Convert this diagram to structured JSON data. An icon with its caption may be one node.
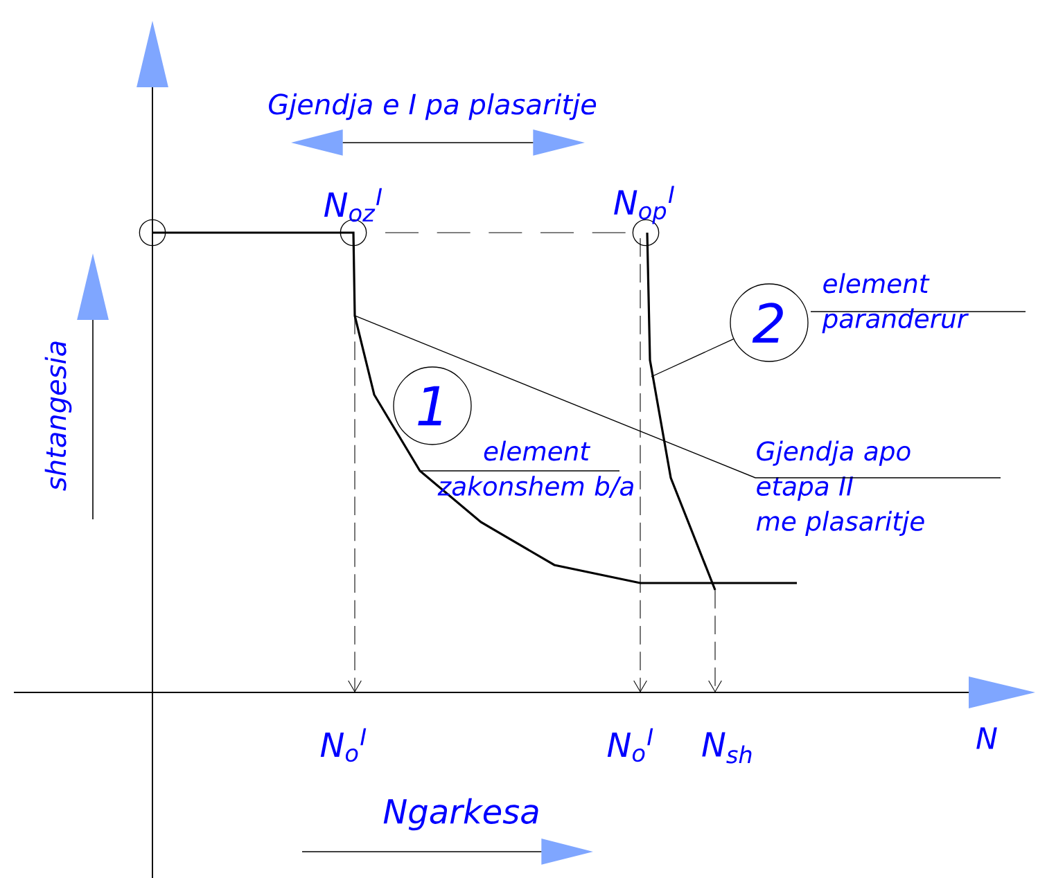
{
  "diagram": {
    "nodes": [
      {
        "text": [
          "1"
        ],
        "beside": [
          "element zakonshem b/a"
        ]
      },
      {
        "text": [
          "2"
        ],
        "beside": [
          "element paranderur"
        ]
      },
      {
        "text": [
          "Gjendja apo etapa II me plasaritje"
        ]
      }
    ],
    "edges": [
      {
        "from": 1,
        "to": null,
        "arrow": "none"
      },
      {
        "from": 2,
        "to": null,
        "arrow": "none"
      }
    ],
    "labels": [
      "Gjendja e I pa plasaritje",
      "N$_{oz}$$^{I}$",
      "N$_{op}$$^{I}$",
      "shtangesia",
      "N$_{o}$$^{I}$",
      "N$_{o}$$^{I}$",
      "N$_{sh}$",
      "N",
      "Ngarkesa"
    ]
  }
}
